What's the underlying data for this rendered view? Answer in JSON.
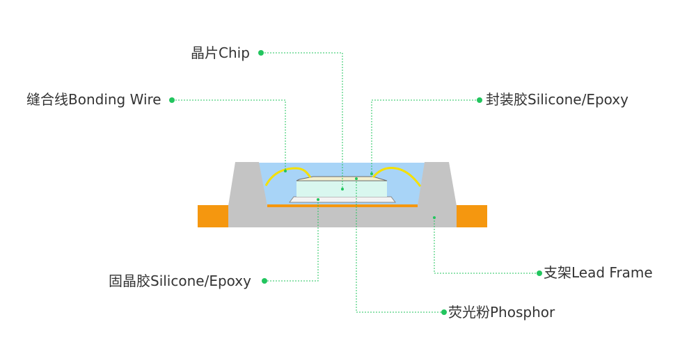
{
  "colors": {
    "accent": "#22c55e",
    "frame": "#c4c4c4",
    "lead": "#f5970f",
    "silicone": "#a8d4f7",
    "chip": "#d9f7ef",
    "wire": "#f5e000",
    "text": "#333333"
  },
  "labels": {
    "chip": "晶片Chip",
    "bonding_wire": "缝合线Bonding Wire",
    "encap": "封装胶Silicone/Epoxy",
    "die_attach": "固晶胶Silicone/Epoxy",
    "lead_frame": "支架Lead Frame",
    "phosphor": "荧光粉Phosphor"
  }
}
